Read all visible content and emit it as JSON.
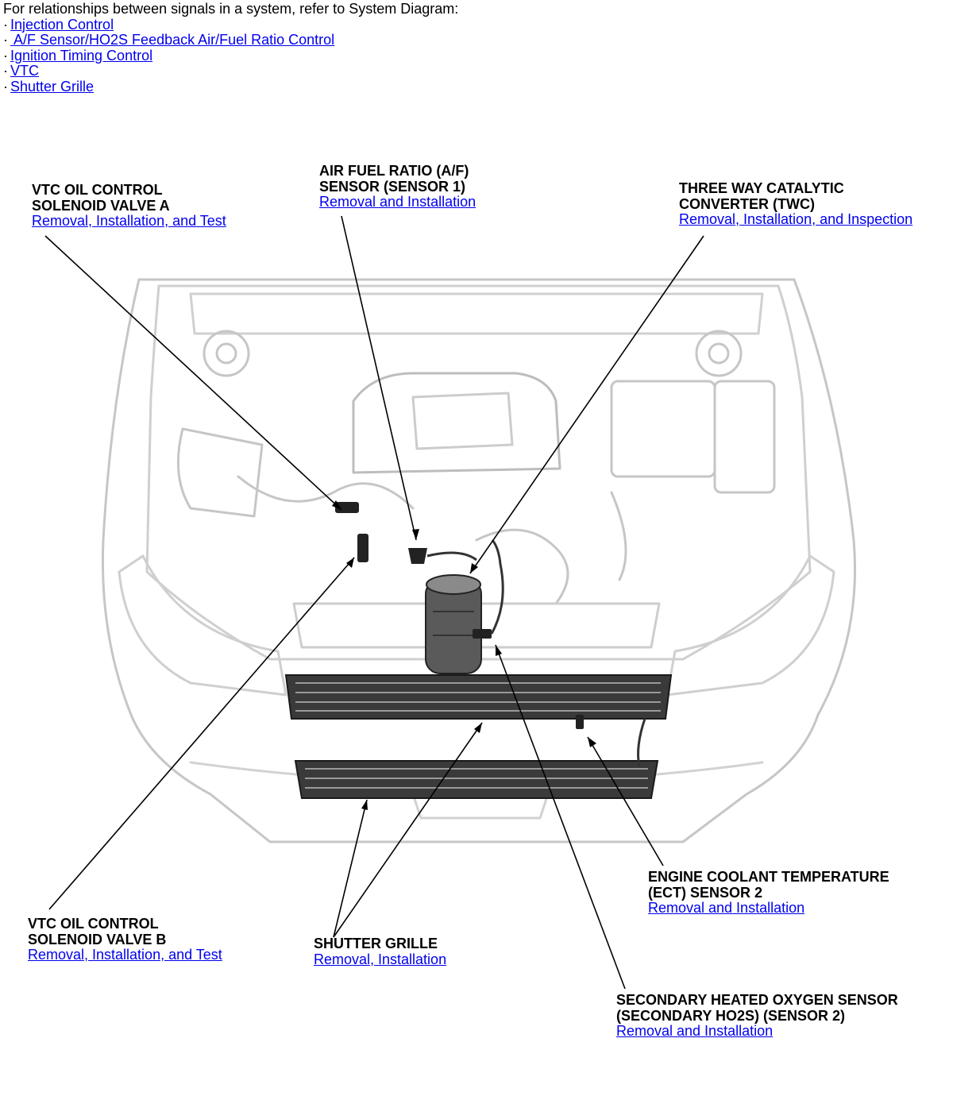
{
  "intro": {
    "text": "For relationships between signals in a system, refer to System Diagram:",
    "bullet": "·",
    "links": [
      {
        "label": "Injection Control"
      },
      {
        "label": " A/F Sensor/HO2S Feedback Air/Fuel Ratio Control"
      },
      {
        "label": "Ignition Timing Control"
      },
      {
        "label": "VTC"
      },
      {
        "label": "Shutter Grille"
      }
    ]
  },
  "callouts": {
    "vtc_a": {
      "line1": "VTC OIL CONTROL",
      "line2": "SOLENOID VALVE A",
      "link": "Removal, Installation, and Test"
    },
    "af": {
      "line1": "AIR FUEL RATIO (A/F)",
      "line2": "SENSOR (SENSOR 1)",
      "link": "Removal and Installation"
    },
    "twc": {
      "line1": "THREE WAY CATALYTIC",
      "line2": "CONVERTER (TWC)",
      "link": "Removal, Installation, and Inspection"
    },
    "ect": {
      "line1": "ENGINE COOLANT TEMPERATURE",
      "line2": "(ECT) SENSOR 2",
      "link": "Removal and Installation"
    },
    "vtc_b": {
      "line1": "VTC OIL CONTROL",
      "line2": "SOLENOID VALVE B",
      "link": "Removal, Installation, and Test"
    },
    "grille": {
      "line1": "SHUTTER GRILLE",
      "link": "Removal, Installation"
    },
    "ho2s": {
      "line1": "SECONDARY HEATED OXYGEN SENSOR",
      "line2": "(SECONDARY HO2S) (SENSOR 2)",
      "link": "Removal and Installation"
    }
  },
  "colors": {
    "link": "#0000ee",
    "line": "#000000",
    "body": "#c8c8c8"
  }
}
